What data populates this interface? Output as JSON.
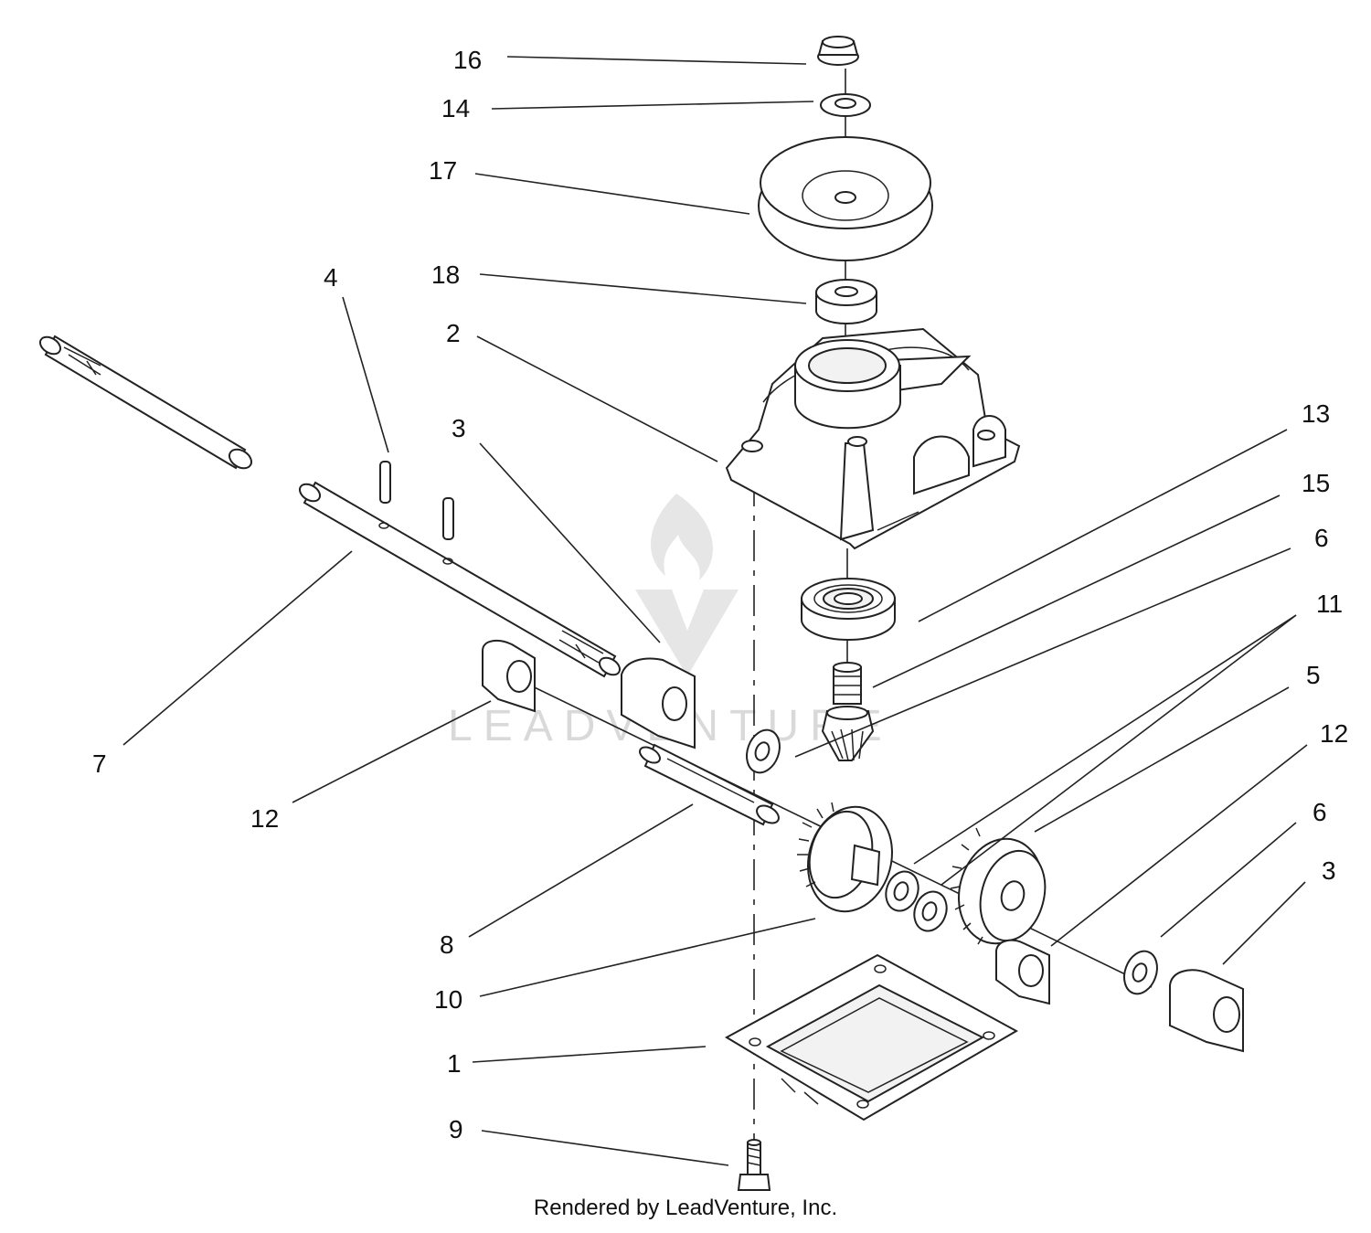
{
  "diagram": {
    "callouts": [
      {
        "id": "c16",
        "label": "16"
      },
      {
        "id": "c14",
        "label": "14"
      },
      {
        "id": "c17",
        "label": "17"
      },
      {
        "id": "c18",
        "label": "18"
      },
      {
        "id": "c4",
        "label": "4"
      },
      {
        "id": "c2",
        "label": "2"
      },
      {
        "id": "c3a",
        "label": "3"
      },
      {
        "id": "c13",
        "label": "13"
      },
      {
        "id": "c15",
        "label": "15"
      },
      {
        "id": "c6a",
        "label": "6"
      },
      {
        "id": "c11",
        "label": "11"
      },
      {
        "id": "c5",
        "label": "5"
      },
      {
        "id": "c12b",
        "label": "12"
      },
      {
        "id": "c6b",
        "label": "6"
      },
      {
        "id": "c3b",
        "label": "3"
      },
      {
        "id": "c7",
        "label": "7"
      },
      {
        "id": "c12a",
        "label": "12"
      },
      {
        "id": "c8",
        "label": "8"
      },
      {
        "id": "c10",
        "label": "10"
      },
      {
        "id": "c1",
        "label": "1"
      },
      {
        "id": "c9",
        "label": "9"
      }
    ],
    "watermark": "LEADVENTURE",
    "credit": "Rendered by LeadVenture, Inc."
  }
}
